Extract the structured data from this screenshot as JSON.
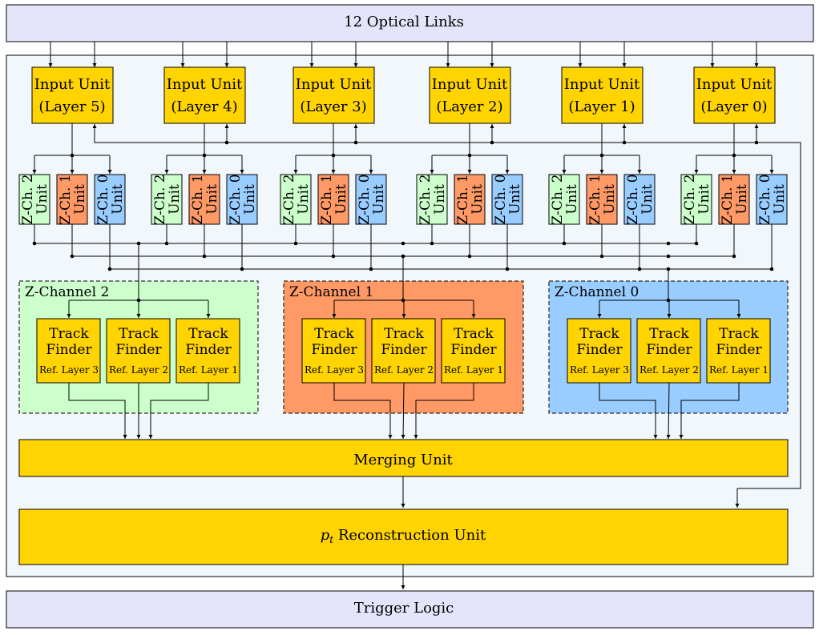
{
  "optical_links": "12 Optical Links",
  "trigger_logic": "Trigger Logic",
  "merging_unit": "Merging Unit",
  "pt_unit": {
    "main": "p",
    "sub": "t",
    "rest": " Reconstruction Unit"
  },
  "input_units": [
    {
      "line1": "Input Unit",
      "line2": "(Layer 5)"
    },
    {
      "line1": "Input Unit",
      "line2": "(Layer 4)"
    },
    {
      "line1": "Input Unit",
      "line2": "(Layer 3)"
    },
    {
      "line1": "Input Unit",
      "line2": "(Layer 2)"
    },
    {
      "line1": "Input Unit",
      "line2": "(Layer 1)"
    },
    {
      "line1": "Input Unit",
      "line2": "(Layer 0)"
    }
  ],
  "zch_units": [
    {
      "line1": "Z-Ch. 2",
      "line2": "Unit"
    },
    {
      "line1": "Z-Ch. 1",
      "line2": "Unit"
    },
    {
      "line1": "Z-Ch. 0",
      "line2": "Unit"
    }
  ],
  "groups": [
    {
      "label": "Z-Channel 2"
    },
    {
      "label": "Z-Channel 1"
    },
    {
      "label": "Z-Channel 0"
    }
  ],
  "track_finders": [
    {
      "line1": "Track",
      "line2": "Finder",
      "ref": "Ref. Layer 3"
    },
    {
      "line1": "Track",
      "line2": "Finder",
      "ref": "Ref. Layer 2"
    },
    {
      "line1": "Track",
      "line2": "Finder",
      "ref": "Ref. Layer 1"
    }
  ],
  "colors": {
    "lavender": "#e4e4fb",
    "panel": "#f2f7fc",
    "gold": "#ffd400",
    "zch2": "#ccffcc",
    "zch1": "#ff9966",
    "zch0": "#99ccff"
  }
}
